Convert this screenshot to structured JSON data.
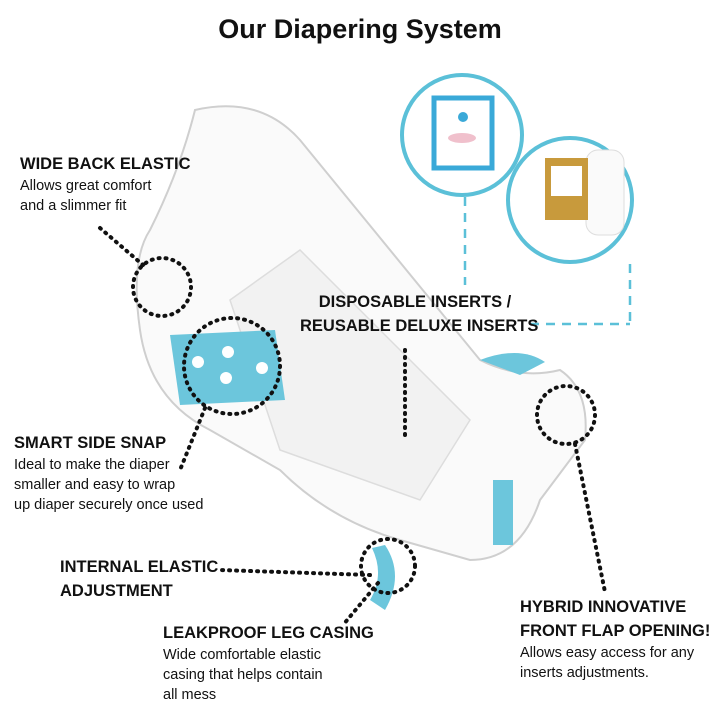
{
  "title": "Our Diapering System",
  "callouts": {
    "back_elastic": {
      "heading": "WIDE BACK ELASTIC",
      "desc": [
        "Allows great comfort",
        "and a slimmer fit"
      ]
    },
    "side_snap": {
      "heading": "SMART SIDE SNAP",
      "desc": [
        "Ideal to make the diaper",
        "smaller and easy to wrap",
        "up diaper securely once used"
      ]
    },
    "internal_elastic": {
      "heading": [
        "INTERNAL ELASTIC",
        "ADJUSTMENT"
      ]
    },
    "leg_casing": {
      "heading": "LEAKPROOF LEG CASING",
      "desc": [
        "Wide comfortable elastic",
        "casing that helps contain",
        "all mess"
      ]
    },
    "front_flap": {
      "heading": [
        "HYBRID INNOVATIVE",
        "FRONT FLAP OPENING!"
      ],
      "desc": [
        "Allows easy access for any",
        "inserts adjustments."
      ]
    },
    "inserts": {
      "heading": [
        "DISPOSABLE INSERTS /",
        "REUSABLE DELUXE INSERTS"
      ]
    }
  },
  "colors": {
    "accent": "#5bc0d8",
    "text": "#111111"
  }
}
